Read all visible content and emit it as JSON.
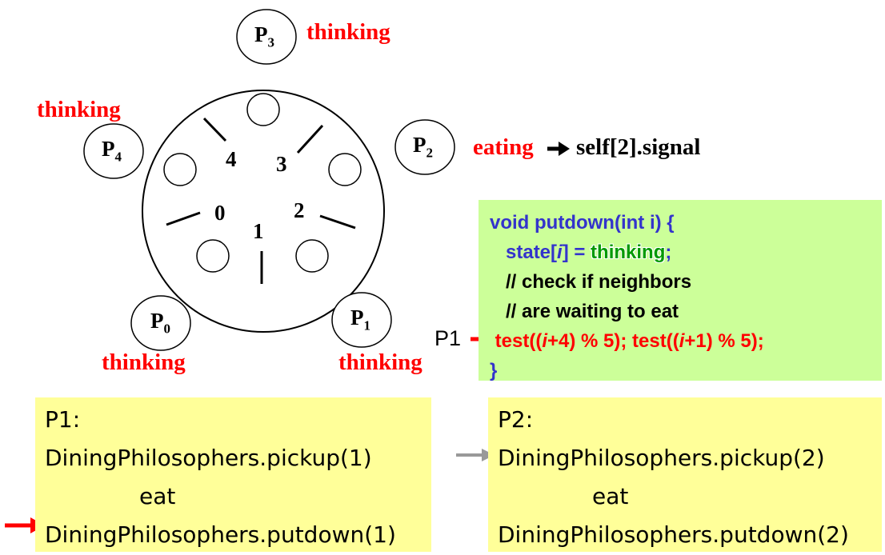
{
  "philosophers": [
    {
      "label_main": "P",
      "label_sub": "0",
      "state": "thinking"
    },
    {
      "label_main": "P",
      "label_sub": "1",
      "state": "thinking"
    },
    {
      "label_main": "P",
      "label_sub": "2",
      "state": "eating"
    },
    {
      "label_main": "P",
      "label_sub": "3",
      "state": "thinking"
    },
    {
      "label_main": "P",
      "label_sub": "4",
      "state": "thinking"
    }
  ],
  "p2_signal": "self[2].signal",
  "chopsticks": [
    "0",
    "1",
    "2",
    "3",
    "4"
  ],
  "code": {
    "line1": "void putdown(int i) {",
    "line2_a": "   state[",
    "line2_i": "i",
    "line2_b": "] = ",
    "line2_val": "thinking",
    "line2_c": ";",
    "line3": "   // check if neighbors",
    "line4": "   // are waiting to eat",
    "line5_a": " test((",
    "line5_i1": "i",
    "line5_b": "+4) % 5); test((",
    "line5_i2": "i",
    "line5_c": "+1) % 5);",
    "line6": "}"
  },
  "code_pointer_label": "P1",
  "process_boxes": {
    "p1": {
      "title": "P1:",
      "pickup": "DiningPhilosophers.pickup(1)",
      "eat": "eat",
      "putdown": "DiningPhilosophers.putdown(1)"
    },
    "p2": {
      "title": "P2:",
      "pickup": "DiningPhilosophers.pickup(2)",
      "eat": "eat",
      "putdown": "DiningPhilosophers.putdown(2)"
    }
  },
  "colors": {
    "state_text": "#ff0000",
    "current_arrow": "#ff0000",
    "waiting_arrow": "#999999",
    "code_bg": "#ccff99",
    "process_bg": "#ffff99",
    "code_text": "#3333cc"
  }
}
